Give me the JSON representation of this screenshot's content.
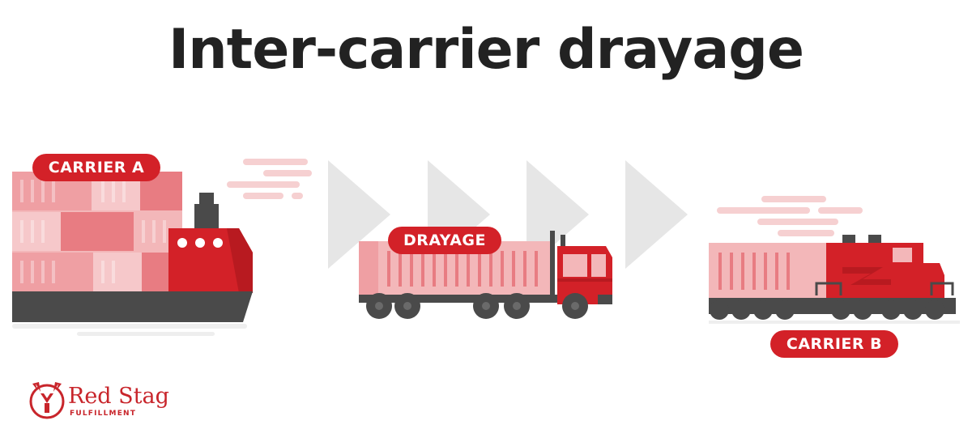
{
  "title": "Inter-carrier drayage",
  "labels": {
    "carrier_a": "CARRIER A",
    "drayage": "DRAYAGE",
    "carrier_b": "CARRIER B"
  },
  "logo": {
    "name": "Red Stag",
    "tagline": "FULFILLMENT"
  },
  "colors": {
    "brand_red": "#d32128",
    "pink": "#f2b4b6",
    "dark_gray": "#4a4a4a",
    "arrow_gray": "#e6e6e6"
  }
}
